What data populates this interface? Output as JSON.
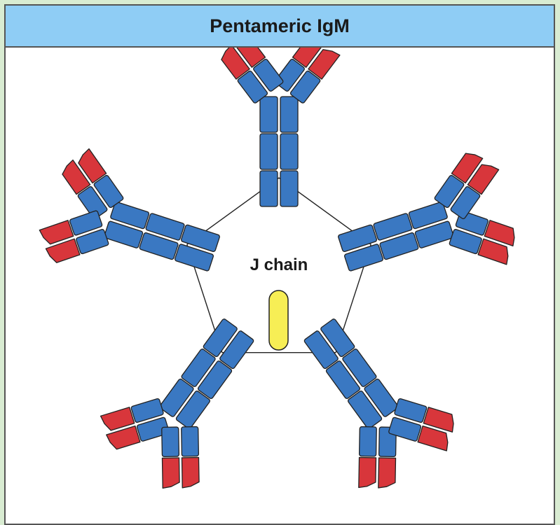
{
  "title": "Pentameric IgM",
  "jchain_label": "J chain",
  "colors": {
    "heavy_chain": "#3a78c2",
    "light_chain": "#d8363b",
    "jchain": "#f7ee55",
    "outline": "#222222",
    "header_bg": "#8fcdf5"
  },
  "monomers": [
    {
      "name": "monomer-top"
    },
    {
      "name": "monomer-right"
    },
    {
      "name": "monomer-bottom-right"
    },
    {
      "name": "monomer-bottom-left"
    },
    {
      "name": "monomer-left"
    }
  ]
}
